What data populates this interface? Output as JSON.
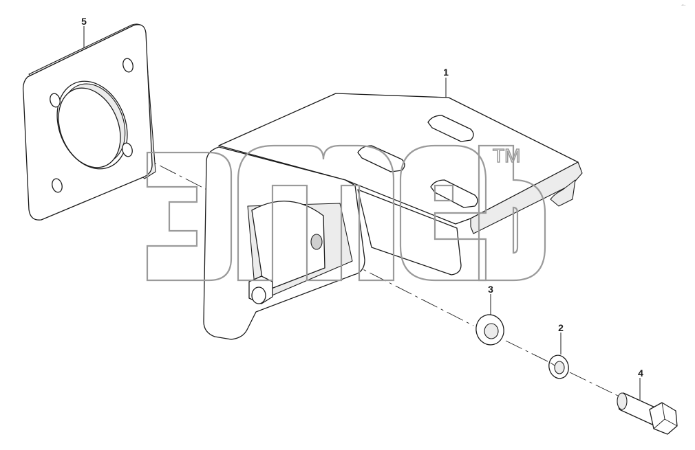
{
  "callouts": [
    {
      "id": "1",
      "label": "1"
    },
    {
      "id": "2",
      "label": "2"
    },
    {
      "id": "3",
      "label": "3"
    },
    {
      "id": "4",
      "label": "4"
    },
    {
      "id": "5",
      "label": "5"
    }
  ],
  "watermark": {
    "trademark": "TM"
  },
  "corner_mark": "·•··"
}
